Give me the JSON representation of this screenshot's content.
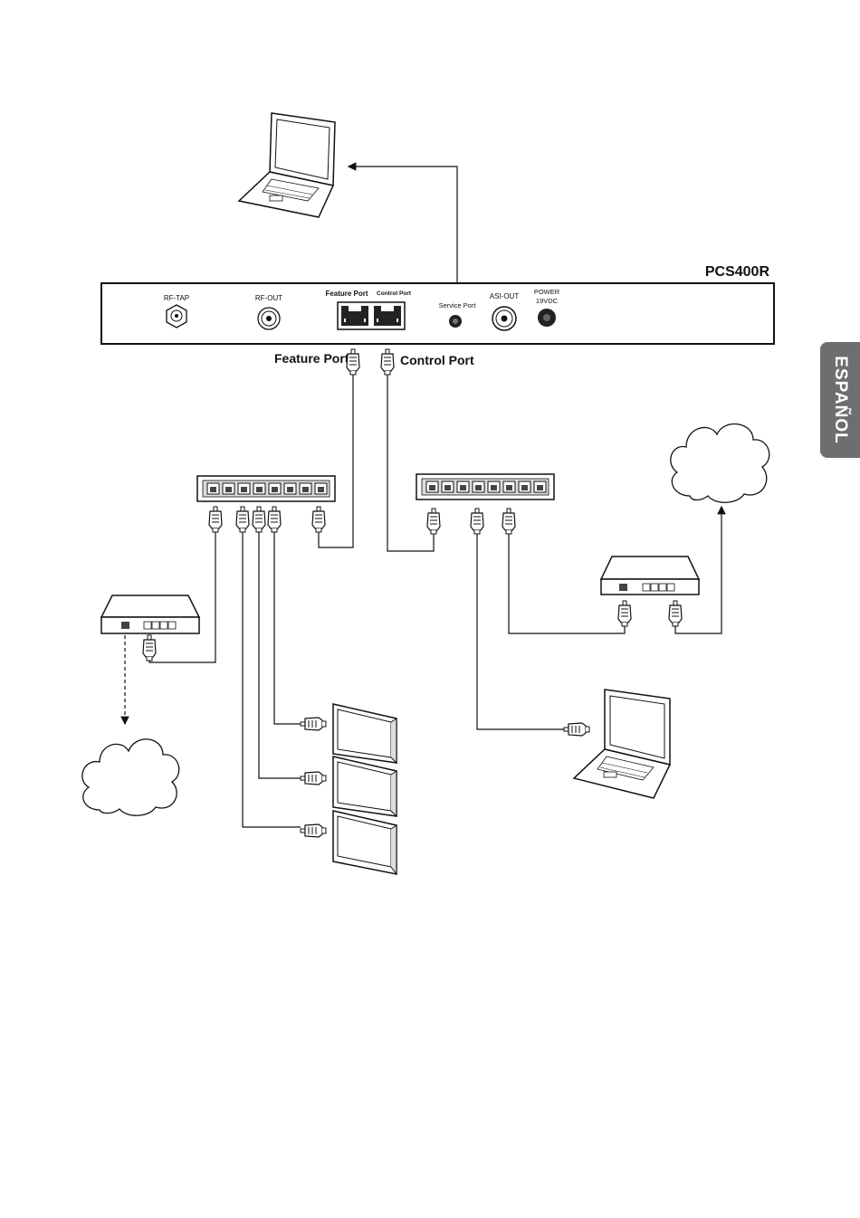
{
  "device": {
    "model": "PCS400R",
    "ports": {
      "rf_tap": "RF-TAP",
      "rf_out": "RF-OUT",
      "feature_port": "Feature Port",
      "control_port": "Control Port",
      "service_port": "Service Port",
      "asi_out": "ASI-OUT",
      "power_line1": "POWER",
      "power_line2": "19VDC"
    }
  },
  "callouts": {
    "feature_port": "Feature Port",
    "control_port": "Control Port"
  },
  "language_tab": "ESPAÑOL",
  "icons": [
    "laptop-icon",
    "switch-icon",
    "router-icon",
    "cloud-icon",
    "tv-icon",
    "rj45-plug-icon",
    "bnc-connector-icon",
    "f-connector-icon"
  ]
}
